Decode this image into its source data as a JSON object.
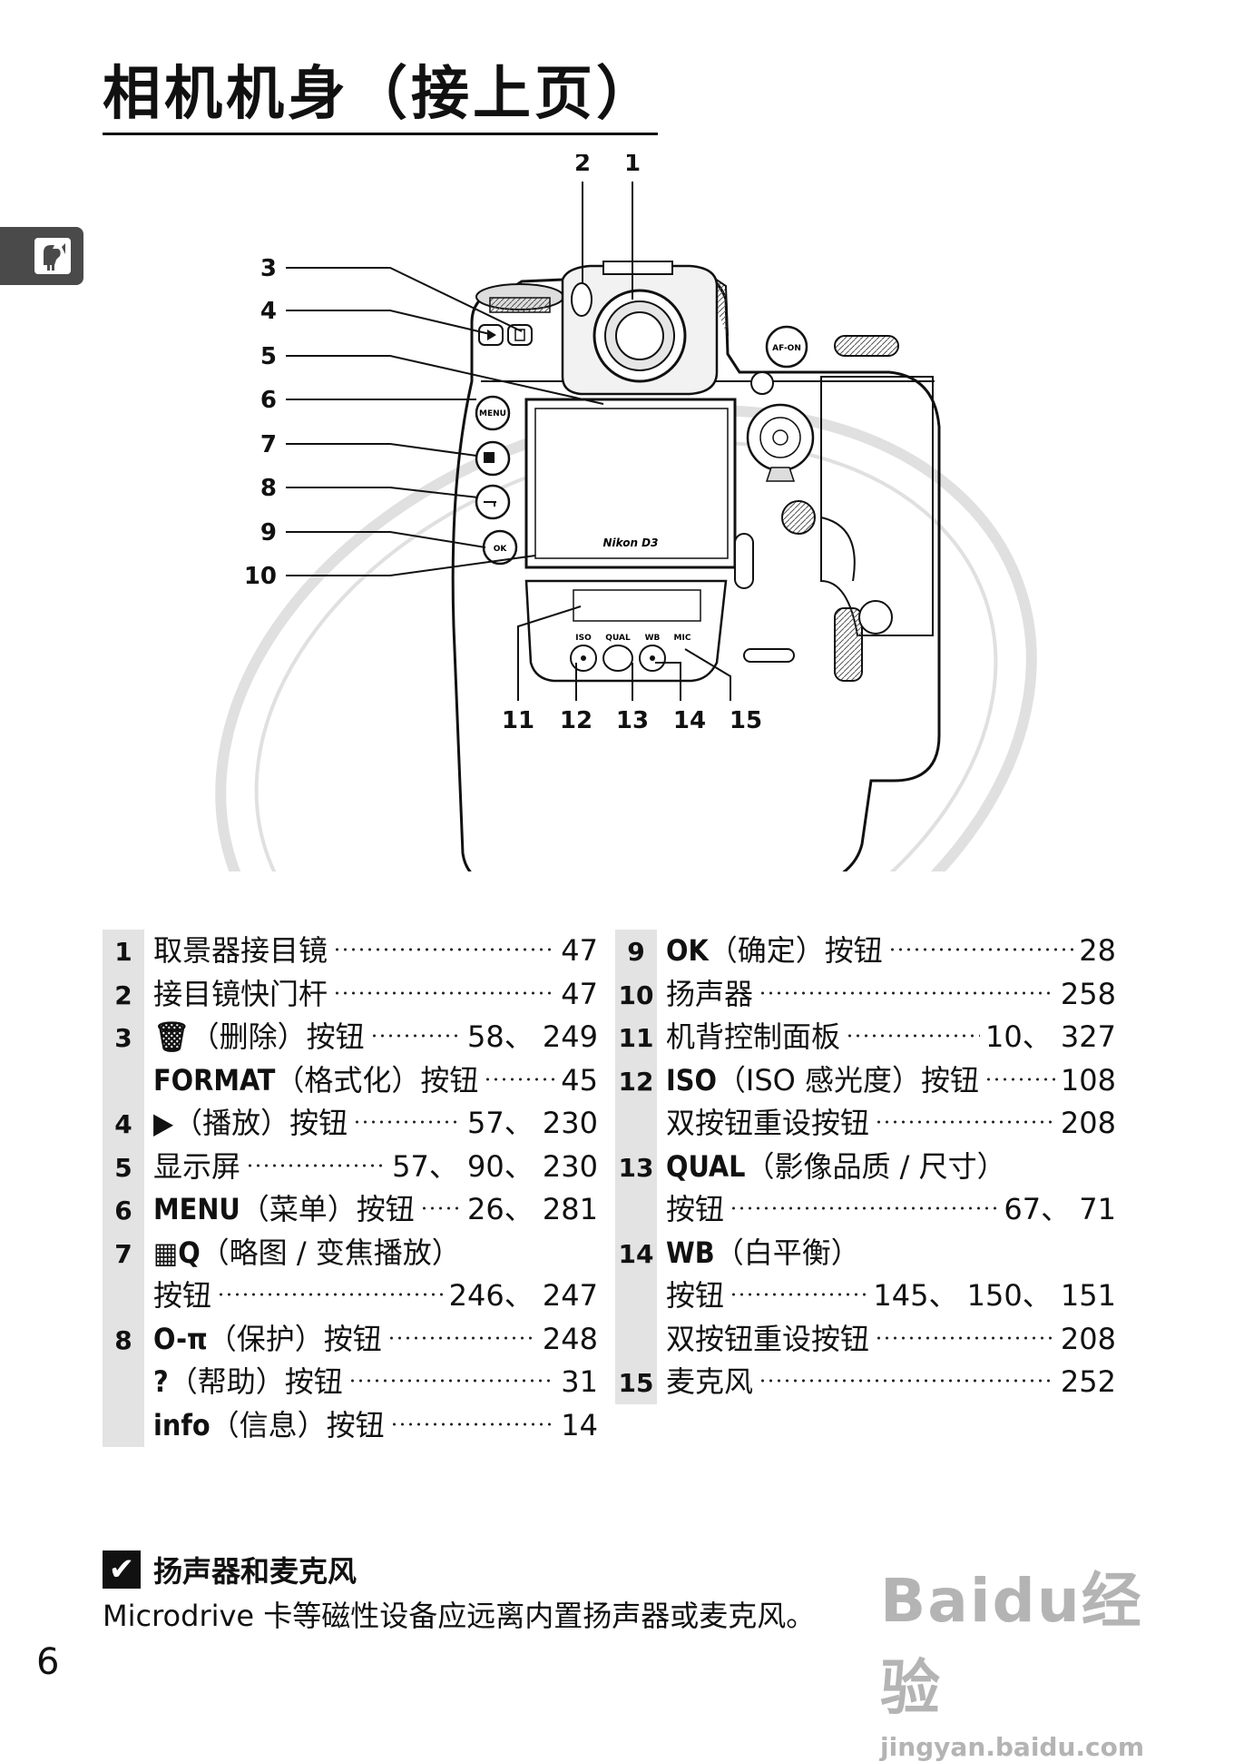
{
  "page": {
    "title": "相机机身（接上页）",
    "page_number": "6"
  },
  "side_tab": {
    "icon": "rooster-icon"
  },
  "diagram": {
    "callouts": [
      "1",
      "2",
      "3",
      "4",
      "5",
      "6",
      "7",
      "8",
      "9",
      "10",
      "11",
      "12",
      "13",
      "14",
      "15"
    ],
    "button_labels": {
      "menu": "MENU",
      "ok": "OK",
      "af_on": "AF-ON",
      "iso": "ISO",
      "qual": "QUAL",
      "wb": "WB",
      "mic": "MIC",
      "brand": "Nikon D3"
    }
  },
  "left_column": [
    {
      "num": "1",
      "label": "取景器接目镜",
      "pages": "47"
    },
    {
      "num": "2",
      "label": "接目镜快门杆",
      "pages": "47"
    },
    {
      "num": "3",
      "symbol": "🗑",
      "label": "（删除）按钮",
      "pages": "58、 249"
    },
    {
      "num": "",
      "symbol": "FORMAT",
      "label": "（格式化）按钮",
      "pages": "45"
    },
    {
      "num": "4",
      "symbol": "▶",
      "label": "（播放）按钮",
      "pages": "57、 230"
    },
    {
      "num": "5",
      "label": "显示屏",
      "pages": "57、 90、 230"
    },
    {
      "num": "6",
      "symbol": "MENU",
      "label": "（菜单）按钮",
      "pages": "26、 281"
    },
    {
      "num": "7",
      "symbol": "▦Q",
      "label": "（略图 / 变焦播放）",
      "pages": ""
    },
    {
      "num": "",
      "label": "按钮",
      "pages": "246、 247"
    },
    {
      "num": "8",
      "symbol": "O-π",
      "label": "（保护）按钮",
      "pages": "248"
    },
    {
      "num": "",
      "symbol": "?",
      "label": "（帮助）按钮",
      "pages": "31"
    },
    {
      "num": "",
      "symbol": "info",
      "label": "（信息）按钮",
      "pages": "14"
    }
  ],
  "right_column": [
    {
      "num": "9",
      "symbol": "OK",
      "label": "（确定）按钮",
      "pages": "28"
    },
    {
      "num": "10",
      "label": "扬声器",
      "pages": "258"
    },
    {
      "num": "11",
      "label": "机背控制面板",
      "pages": "10、 327"
    },
    {
      "num": "12",
      "symbol": "ISO",
      "label": "（ISO 感光度）按钮",
      "pages": "108"
    },
    {
      "num": "",
      "label": "双按钮重设按钮",
      "pages": "208"
    },
    {
      "num": "13",
      "symbol": "QUAL",
      "label": "（影像品质 / 尺寸）",
      "pages": ""
    },
    {
      "num": "",
      "label": "按钮",
      "pages": "67、 71"
    },
    {
      "num": "14",
      "symbol": "WB",
      "label": "（白平衡）",
      "pages": ""
    },
    {
      "num": "",
      "label": "按钮",
      "pages": "145、 150、 151"
    },
    {
      "num": "",
      "label": "双按钮重设按钮",
      "pages": "208"
    },
    {
      "num": "15",
      "label": "麦克风",
      "pages": "252"
    }
  ],
  "note": {
    "title": "扬声器和麦克风",
    "body": "Microdrive 卡等磁性设备应远离内置扬声器或麦克风。"
  },
  "watermark": {
    "brand": "Baidu",
    "brand_suffix": "经验",
    "url": "jingyan.baidu.com"
  }
}
